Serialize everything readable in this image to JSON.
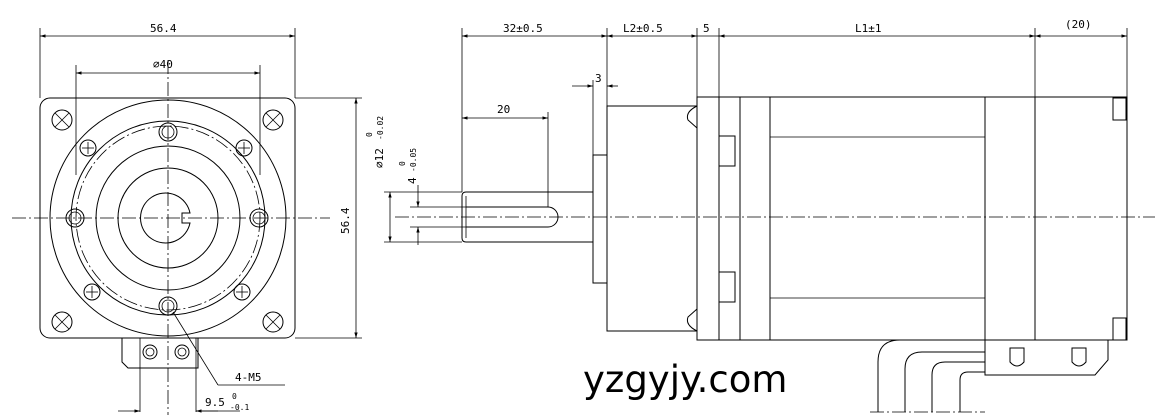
{
  "front_view": {
    "width_dim": "56.4",
    "pilot_dim": "⌀40",
    "height_dim": "56.4",
    "holes_note": "4-M5",
    "key_width_dim": "9.5",
    "key_width_tol_upper": "0",
    "key_width_tol_lower": "-0.1"
  },
  "side_view": {
    "shaft_len_dim": "32±0.5",
    "l2_dim": "L2±0.5",
    "flange_dim": "5",
    "l1_dim": "L1±1",
    "rear_dim": "(20)",
    "flange_thk_dim": "3",
    "key_len_dim": "20",
    "shaft_dia_dim": "⌀12",
    "shaft_dia_tol_upper": "0",
    "shaft_dia_tol_lower": "-0.02",
    "key_depth_dim": "4",
    "key_depth_tol_upper": "0",
    "key_depth_tol_lower": "-0.05"
  },
  "watermark": "yzgyjy.com"
}
